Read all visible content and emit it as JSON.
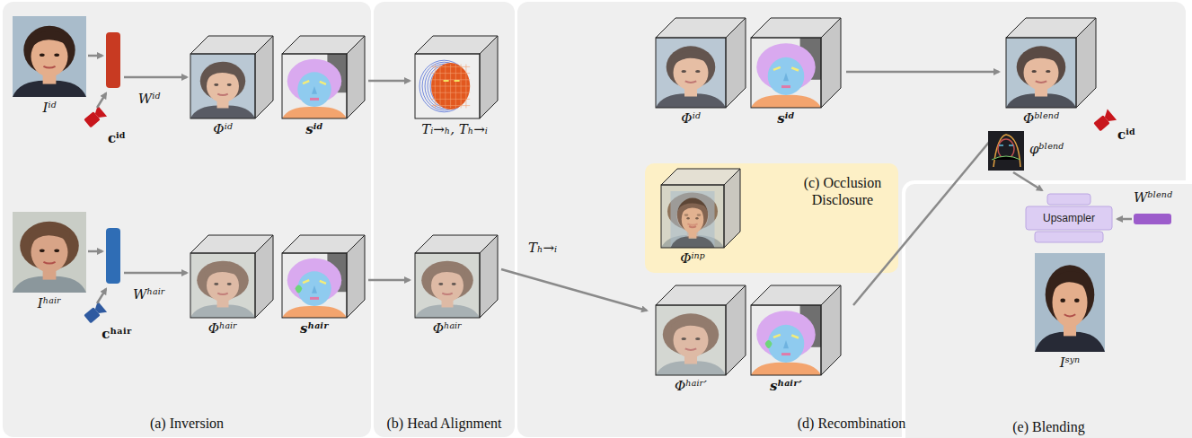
{
  "diagram": {
    "nodes": [
      {
        "text": [
          "(a) Inversion"
        ]
      },
      {
        "text": [
          "(b) Head Alignment"
        ]
      },
      {
        "text": [
          "(d) Recombination"
        ]
      },
      {
        "text": [
          "(c) Occlusion Disclosure"
        ],
        "in": 2
      },
      {
        "text": [
          "(e) Blending"
        ]
      },
      {
        "text": [
          "Upsampler"
        ],
        "in": 4
      }
    ],
    "labels": [
      "Iⁱᵈ",
      "cⁱᵈ",
      "Wⁱᵈ",
      "Φⁱᵈ",
      "sⁱᵈ",
      "Iʰᵃⁱʳ",
      "cʰᵃⁱʳ",
      "Wʰᵃⁱʳ",
      "Φʰᵃⁱʳ",
      "sʰᵃⁱʳ",
      "Tᵢ→ₕ, Tₕ→ᵢ",
      "Φʰᵃⁱʳ",
      "Tₕ→ᵢ",
      "Φⁱᵈ",
      "sⁱᵈ",
      "Φⁱⁿᵖ",
      "Φʰᵃⁱʳ′",
      "sʰᵃⁱʳ′",
      "Φᵇˡᵉⁿᵈ",
      "φᵇˡᵉⁿᵈ",
      "cⁱᵈ",
      "Wᵇˡᵉⁿᵈ",
      "Iˢʸⁿ"
    ]
  }
}
